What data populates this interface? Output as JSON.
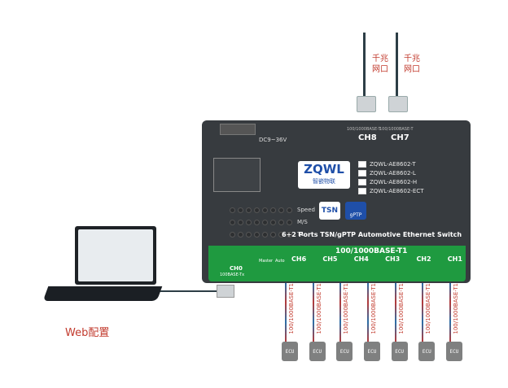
{
  "top_ports": {
    "label_ch8_spec": "100/1000BASE-T",
    "label_ch7_spec": "100/1000BASE-T",
    "label_ch8": "CH8",
    "label_ch7": "CH7",
    "gigabit_port_label": "千兆\n网口"
  },
  "switch": {
    "power_label": "DC9~36V",
    "brand_logo_text": "ZQWL",
    "brand_sub": "智嵌物联",
    "models": [
      "ZQWL-AE8602-T",
      "ZQWL-AE8602-L",
      "ZQWL-AE8602-H",
      "ZQWL-AE8602-ECT"
    ],
    "tsn_logo": "TSN",
    "gptp_logo": "gPTP",
    "led_labels": [
      "Speed",
      "M/S",
      "T1"
    ],
    "product_title": "6+2 Ports TSN/gPTP Automotive Ethernet Switch",
    "green_band_title": "100/1000BASE-T1",
    "ch0_label": "CH0",
    "ch0_spec": "100BASE-Tx",
    "master_label": "Master",
    "auto_label": "Auto",
    "channels": [
      "CH6",
      "CH5",
      "CH4",
      "CH3",
      "CH2",
      "CH1"
    ]
  },
  "cable_label": "100/1000BASE-T1",
  "ecu_label": "ECU",
  "laptop": {
    "caption": "Web配置"
  },
  "colors": {
    "switch_body": "#373b3f",
    "green_band": "#1f9a40",
    "annotation_red": "#c23b2e",
    "ecu_gray": "#7f8080"
  }
}
